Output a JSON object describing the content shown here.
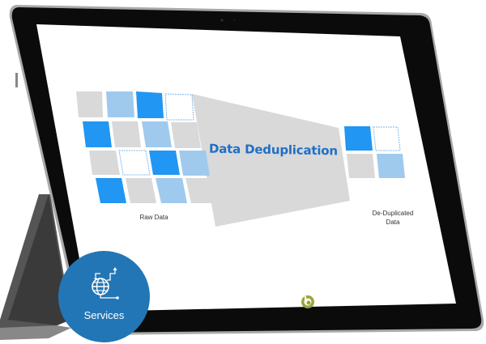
{
  "diagram": {
    "title": "Data Deduplication",
    "left_label": "Raw Data",
    "right_label_line1": "De-Duplicated",
    "right_label_line2": "Data",
    "colors": {
      "dark_blue": "#2196f3",
      "light_blue": "#9fcaee",
      "gray": "#d9d9d9",
      "white_outline": "#7fb8ea",
      "title_blue": "#1f6fc6"
    },
    "raw_grid": [
      [
        "gray",
        "light",
        "dark",
        "white"
      ],
      [
        "dark",
        "gray",
        "light",
        "gray"
      ],
      [
        "gray",
        "white",
        "dark",
        "light"
      ],
      [
        "dark",
        "gray",
        "light",
        "gray"
      ]
    ],
    "dedup_grid": [
      [
        "dark",
        "white"
      ],
      [
        "gray",
        "light"
      ]
    ]
  },
  "badge": {
    "label": "Services",
    "icon": "globe-network-icon",
    "color": "#2376b5"
  },
  "device": {
    "home_button_icon": "brand-logo-icon",
    "home_button_color": "#9aa53a"
  }
}
